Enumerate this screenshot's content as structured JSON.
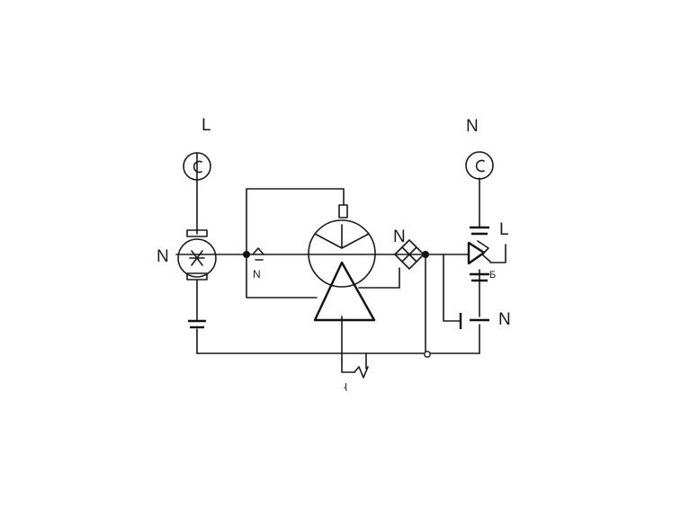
{
  "diagram": {
    "labels": {
      "left_supply": "L",
      "right_supply": "N",
      "motor_terminal": "N",
      "center_switch": "N",
      "diamond_terminal": "N",
      "right_top": "L",
      "right_relay_tag": "Б",
      "right_bottom": "N",
      "bottom_mark": "ɻ"
    },
    "colors": {
      "line": "#1a1a1a",
      "background": "#ffffff"
    }
  }
}
